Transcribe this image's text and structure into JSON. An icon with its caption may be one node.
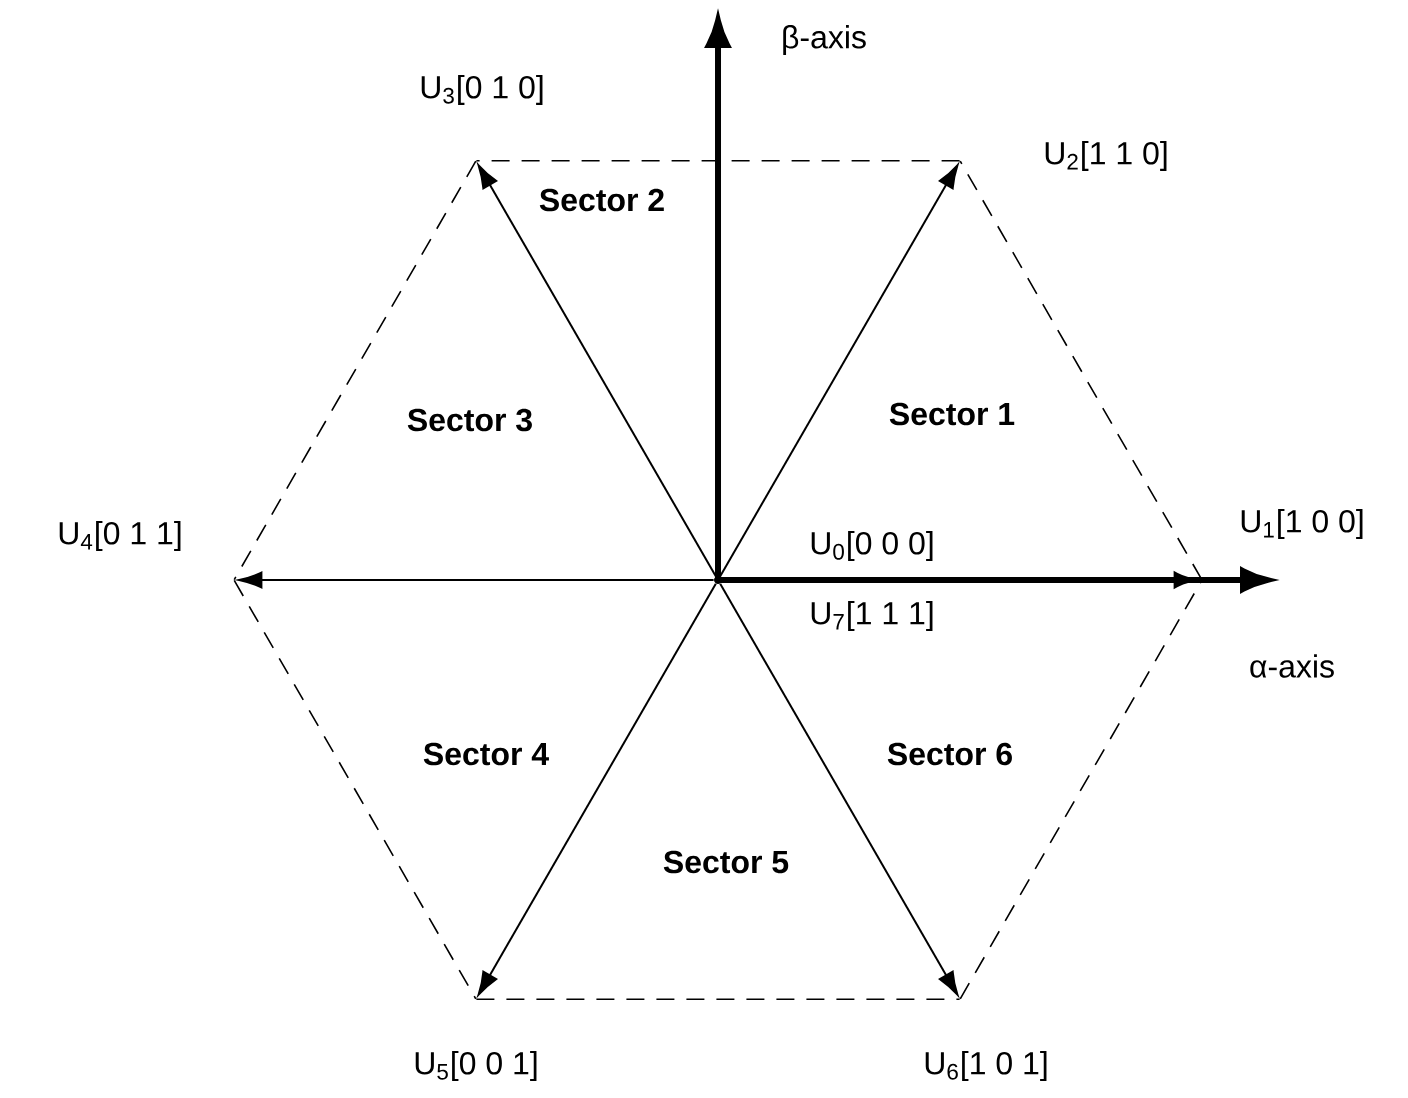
{
  "diagram": {
    "nodes": [
      {
        "text": [],
        "shape": "point"
      },
      {
        "text": [
          "U$_{1}$[1 0 0]"
        ]
      },
      {
        "text": [
          "U$_{2}$[1 1 0]"
        ]
      },
      {
        "text": [
          "U$_{3}$[0 1 0]"
        ]
      },
      {
        "text": [
          "U$_{4}$[0 1 1]"
        ]
      },
      {
        "text": [
          "U$_{5}$[0 0 1]"
        ]
      },
      {
        "text": [
          "U$_{6}$[1 0 1]"
        ]
      }
    ],
    "edges": [
      {
        "from": 0,
        "to": 1,
        "arrow": "to",
        "style": "thick"
      },
      {
        "from": 0,
        "to": 2,
        "arrow": "to"
      },
      {
        "from": 0,
        "to": 3,
        "arrow": "to"
      },
      {
        "from": 0,
        "to": 4,
        "arrow": "to"
      },
      {
        "from": 0,
        "to": 5,
        "arrow": "to"
      },
      {
        "from": 0,
        "to": 6,
        "arrow": "to"
      },
      {
        "from": 1,
        "to": 2,
        "arrow": "none",
        "style": "dashed"
      },
      {
        "from": 2,
        "to": 3,
        "arrow": "none",
        "style": "dashed"
      },
      {
        "from": 3,
        "to": 4,
        "arrow": "none",
        "style": "dashed"
      },
      {
        "from": 4,
        "to": 5,
        "arrow": "none",
        "style": "dashed"
      },
      {
        "from": 5,
        "to": 6,
        "arrow": "none",
        "style": "dashed"
      },
      {
        "from": 6,
        "to": 1,
        "arrow": "none",
        "style": "dashed"
      }
    ],
    "labels": [
      "β-axis",
      "Sector 2",
      "Sector 3",
      "Sector 1",
      "U$_{0}$[0 0 0]",
      "U$_{7}$[1 1 1]",
      "α-axis",
      "Sector 4",
      "Sector 6",
      "Sector 5"
    ]
  }
}
